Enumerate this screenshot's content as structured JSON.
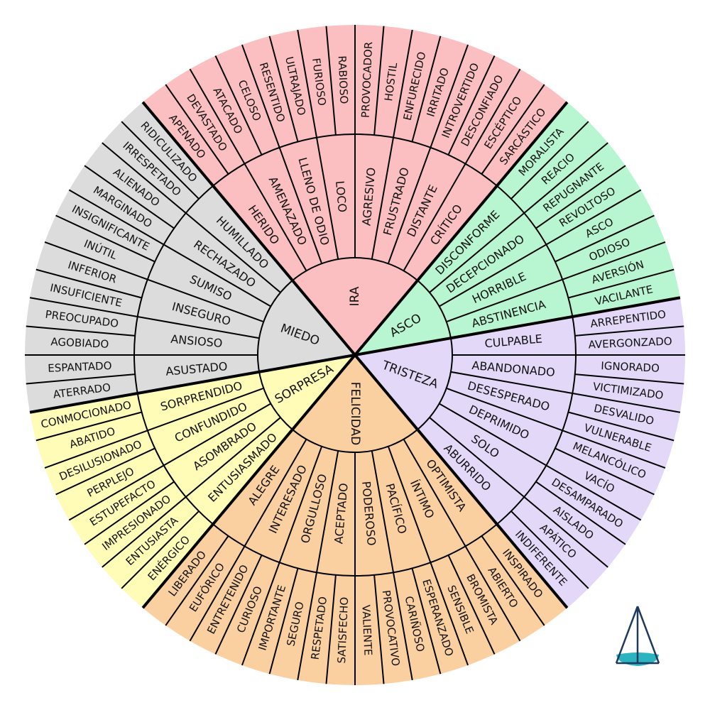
{
  "emotions": [
    {
      "name": "IRA",
      "color": "#fbbfc1",
      "secondary": [
        {
          "label": "HERIDO",
          "tertiary": [
            "APENADO",
            "DEVASTADO"
          ]
        },
        {
          "label": "AMENAZADO",
          "tertiary": [
            "ATACADO",
            "CELOSO"
          ]
        },
        {
          "label": "LLENO DE ODIO",
          "tertiary": [
            "RESENTIDO",
            "ULTRAJADO"
          ]
        },
        {
          "label": "LOCO",
          "tertiary": [
            "FURIOSO",
            "RABIOSO"
          ]
        },
        {
          "label": "AGRESIVO",
          "tertiary": [
            "PROVOCADOR",
            "HOSTIL"
          ]
        },
        {
          "label": "FRUSTRADO",
          "tertiary": [
            "ENFURECIDO",
            "IRRITADO"
          ]
        },
        {
          "label": "DISTANTE",
          "tertiary": [
            "INTROVERTIDO",
            "DESCONFIADO"
          ]
        },
        {
          "label": "CRÍTICO",
          "tertiary": [
            "ESCÉPTICO",
            "SARCÁSTICO"
          ]
        }
      ]
    },
    {
      "name": "ASCO",
      "color": "#b8f5d1",
      "secondary": [
        {
          "label": "DISCONFORME",
          "tertiary": [
            "MORALISTA",
            "REACIO"
          ]
        },
        {
          "label": "DECEPCIONADO",
          "tertiary": [
            "REPUGNANTE",
            "REVOLTOSO"
          ]
        },
        {
          "label": "HORRIBLE",
          "tertiary": [
            "ASCO",
            "ODIOSO"
          ]
        },
        {
          "label": "ABSTINENCIA",
          "tertiary": [
            "AVERSIÓN",
            "VACILANTE"
          ]
        }
      ]
    },
    {
      "name": "TRISTEZA",
      "color": "#e3d8f8",
      "secondary": [
        {
          "label": "CULPABLE",
          "tertiary": [
            "ARREPENTIDO",
            "AVERGONZADO"
          ]
        },
        {
          "label": "ABANDONADO",
          "tertiary": [
            "IGNORADO",
            "VICTIMIZADO"
          ]
        },
        {
          "label": "DESESPERADO",
          "tertiary": [
            "DESVALIDO",
            "VULNERABLE"
          ]
        },
        {
          "label": "DEPRIMIDO",
          "tertiary": [
            "MELANCÓLICO",
            "VACÍO"
          ]
        },
        {
          "label": "SOLO",
          "tertiary": [
            "DESAMPARADO",
            "AISLADO"
          ]
        },
        {
          "label": "ABURRIDO",
          "tertiary": [
            "APÁTICO",
            "INDIFERENTE"
          ]
        }
      ]
    },
    {
      "name": "FELICIDAD",
      "color": "#fbd0a0",
      "secondary": [
        {
          "label": "OPTIMISTA",
          "tertiary": [
            "INSPIRADO",
            "ABIERTO"
          ]
        },
        {
          "label": "ÍNTIMO",
          "tertiary": [
            "BROMISTA",
            "SENSIBLE"
          ]
        },
        {
          "label": "PACÍFICO",
          "tertiary": [
            "ESPERANZADO",
            "CARIÑOSO"
          ]
        },
        {
          "label": "PODEROSO",
          "tertiary": [
            "PROVOCATIVO",
            "VALIENTE"
          ]
        },
        {
          "label": "ACEPTADO",
          "tertiary": [
            "SATISFECHO",
            "RESPETADO"
          ]
        },
        {
          "label": "ORGULLOSO",
          "tertiary": [
            "SEGURO",
            "IMPORTANTE"
          ]
        },
        {
          "label": "INTERESADO",
          "tertiary": [
            "CURIOSO",
            "ENTRETENIDO"
          ]
        },
        {
          "label": "ALEGRE",
          "tertiary": [
            "EUFÓRICO",
            "LIBERADO"
          ]
        }
      ]
    },
    {
      "name": "SORPRESA",
      "color": "#fefcb6",
      "secondary": [
        {
          "label": "ENTUSIASMADO",
          "tertiary": [
            "ENÉRGICO",
            "ENTUSIASTA"
          ]
        },
        {
          "label": "ASOMBRADO",
          "tertiary": [
            "IMPRESIONADO",
            "ESTUPEFACTO"
          ]
        },
        {
          "label": "CONFUNDIDO",
          "tertiary": [
            "PERPLEJO",
            "DESILUSIONADO"
          ]
        },
        {
          "label": "SORPRENDIDO",
          "tertiary": [
            "ABATIDO",
            "CONMOCIONADO"
          ]
        }
      ]
    },
    {
      "name": "MIEDO",
      "color": "#dcdcdc",
      "secondary": [
        {
          "label": "ASUSTADO",
          "tertiary": [
            "ATERRADO",
            "ESPANTADO"
          ]
        },
        {
          "label": "ANSIOSO",
          "tertiary": [
            "AGOBIADO",
            "PREOCUPADO"
          ]
        },
        {
          "label": "INSEGURO",
          "tertiary": [
            "INSUFICIENTE",
            "INFERIOR"
          ]
        },
        {
          "label": "SUMISO",
          "tertiary": [
            "INÚTIL",
            "INSIGNIFICANTE"
          ]
        },
        {
          "label": "RECHAZADO",
          "tertiary": [
            "MARGINADO",
            "ALIENADO"
          ]
        },
        {
          "label": "HUMILLADO",
          "tertiary": [
            "IRRESPETADO",
            "RIDICULIZADO"
          ]
        }
      ]
    }
  ],
  "logo": {
    "icon": "pyramid-logo-icon",
    "stroke": "#1e3a5f",
    "fill": "#2bb3c0"
  }
}
